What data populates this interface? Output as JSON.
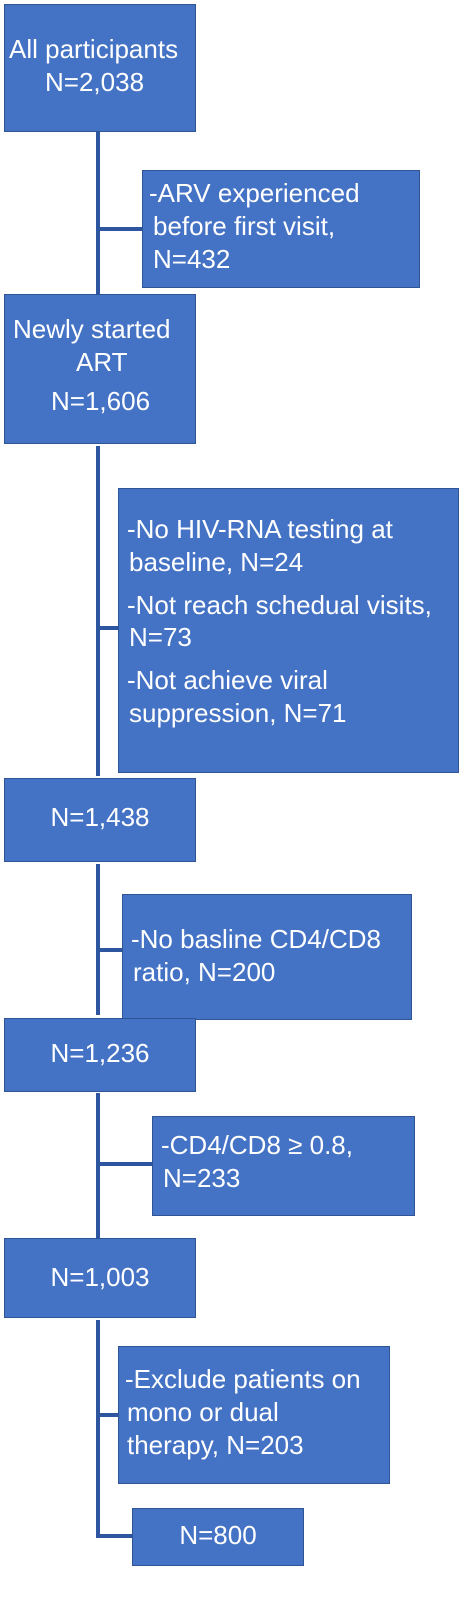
{
  "flow": {
    "all_participants": [
      "All participants",
      "N=2,038"
    ],
    "excl_arv": [
      "-ARV experienced",
      "before first visit,",
      "N=432"
    ],
    "newly_started": [
      "Newly started",
      "ART",
      "N=1,606"
    ],
    "excl_group2": [
      [
        "-No HIV-RNA testing at",
        "baseline, N=24"
      ],
      [
        "-Not reach schedual visits,",
        "N=73"
      ],
      [
        "-Not achieve viral",
        "suppression, N=71"
      ]
    ],
    "n1438": "N=1,438",
    "excl_cd4cd8": [
      "-No basline CD4/CD8",
      "ratio, N=200"
    ],
    "n1236": "N=1,236",
    "excl_ratio": [
      "-CD4/CD8 ≥ 0.8,",
      "N=233"
    ],
    "n1003": "N=1,003",
    "excl_therapy": [
      "-Exclude patients on",
      "mono or dual",
      "therapy, N=203"
    ],
    "final": "N=800"
  }
}
